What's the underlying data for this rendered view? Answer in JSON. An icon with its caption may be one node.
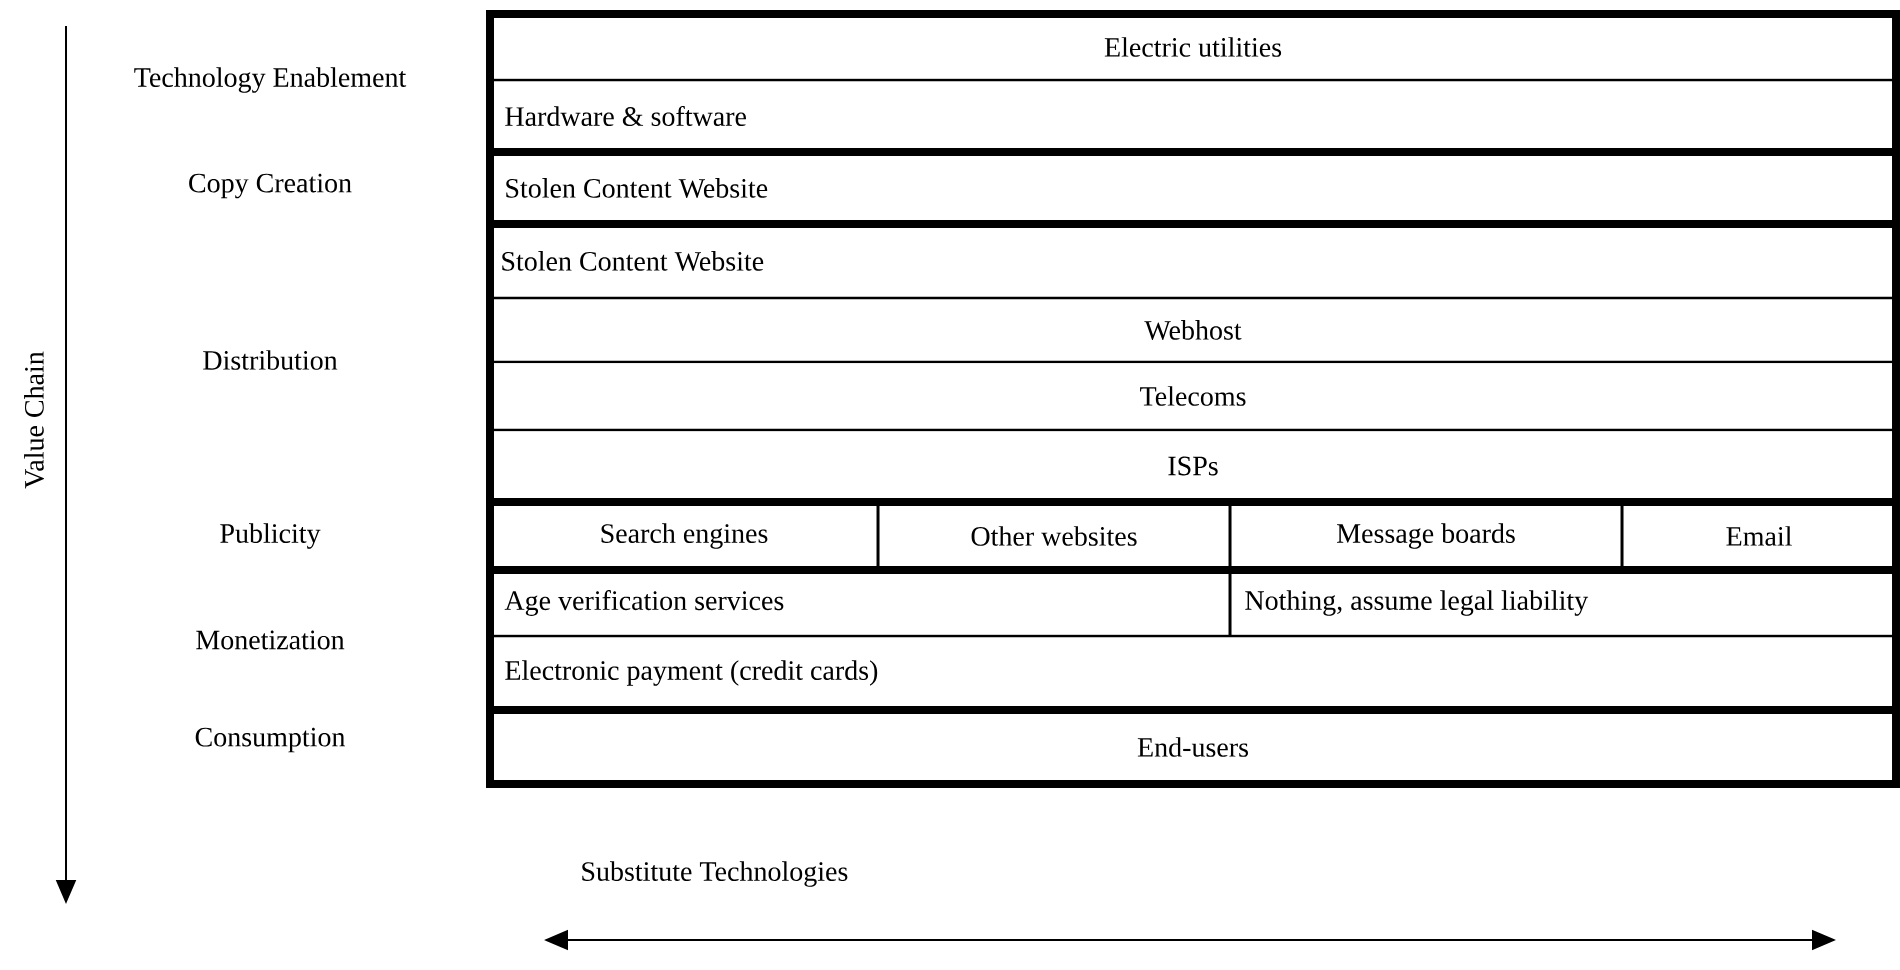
{
  "diagram": {
    "nodes": [
      {
        "text": [
          "Electric utilities"
        ]
      },
      {
        "text": [
          "Hardware & software"
        ]
      },
      {
        "text": [
          "Stolen Content Website"
        ]
      },
      {
        "text": [
          "Stolen Content Website"
        ]
      },
      {
        "text": [
          "Webhost"
        ]
      },
      {
        "text": [
          "Telecoms"
        ]
      },
      {
        "text": [
          "ISPs"
        ]
      },
      {
        "text": [
          "Search engines"
        ]
      },
      {
        "text": [
          "Other websites"
        ]
      },
      {
        "text": [
          "Message boards"
        ]
      },
      {
        "text": [
          "Email"
        ]
      },
      {
        "text": [
          "Age verification services"
        ]
      },
      {
        "text": [
          "Nothing, assume legal liability"
        ]
      },
      {
        "text": [
          "Electronic payment (credit cards)"
        ]
      },
      {
        "text": [
          "End-users"
        ]
      }
    ],
    "labels": [
      "Technology Enablement",
      "Copy Creation",
      "Distribution",
      "Publicity",
      "Monetization",
      "Consumption",
      "Value Chain",
      "Substitute Technologies"
    ]
  }
}
